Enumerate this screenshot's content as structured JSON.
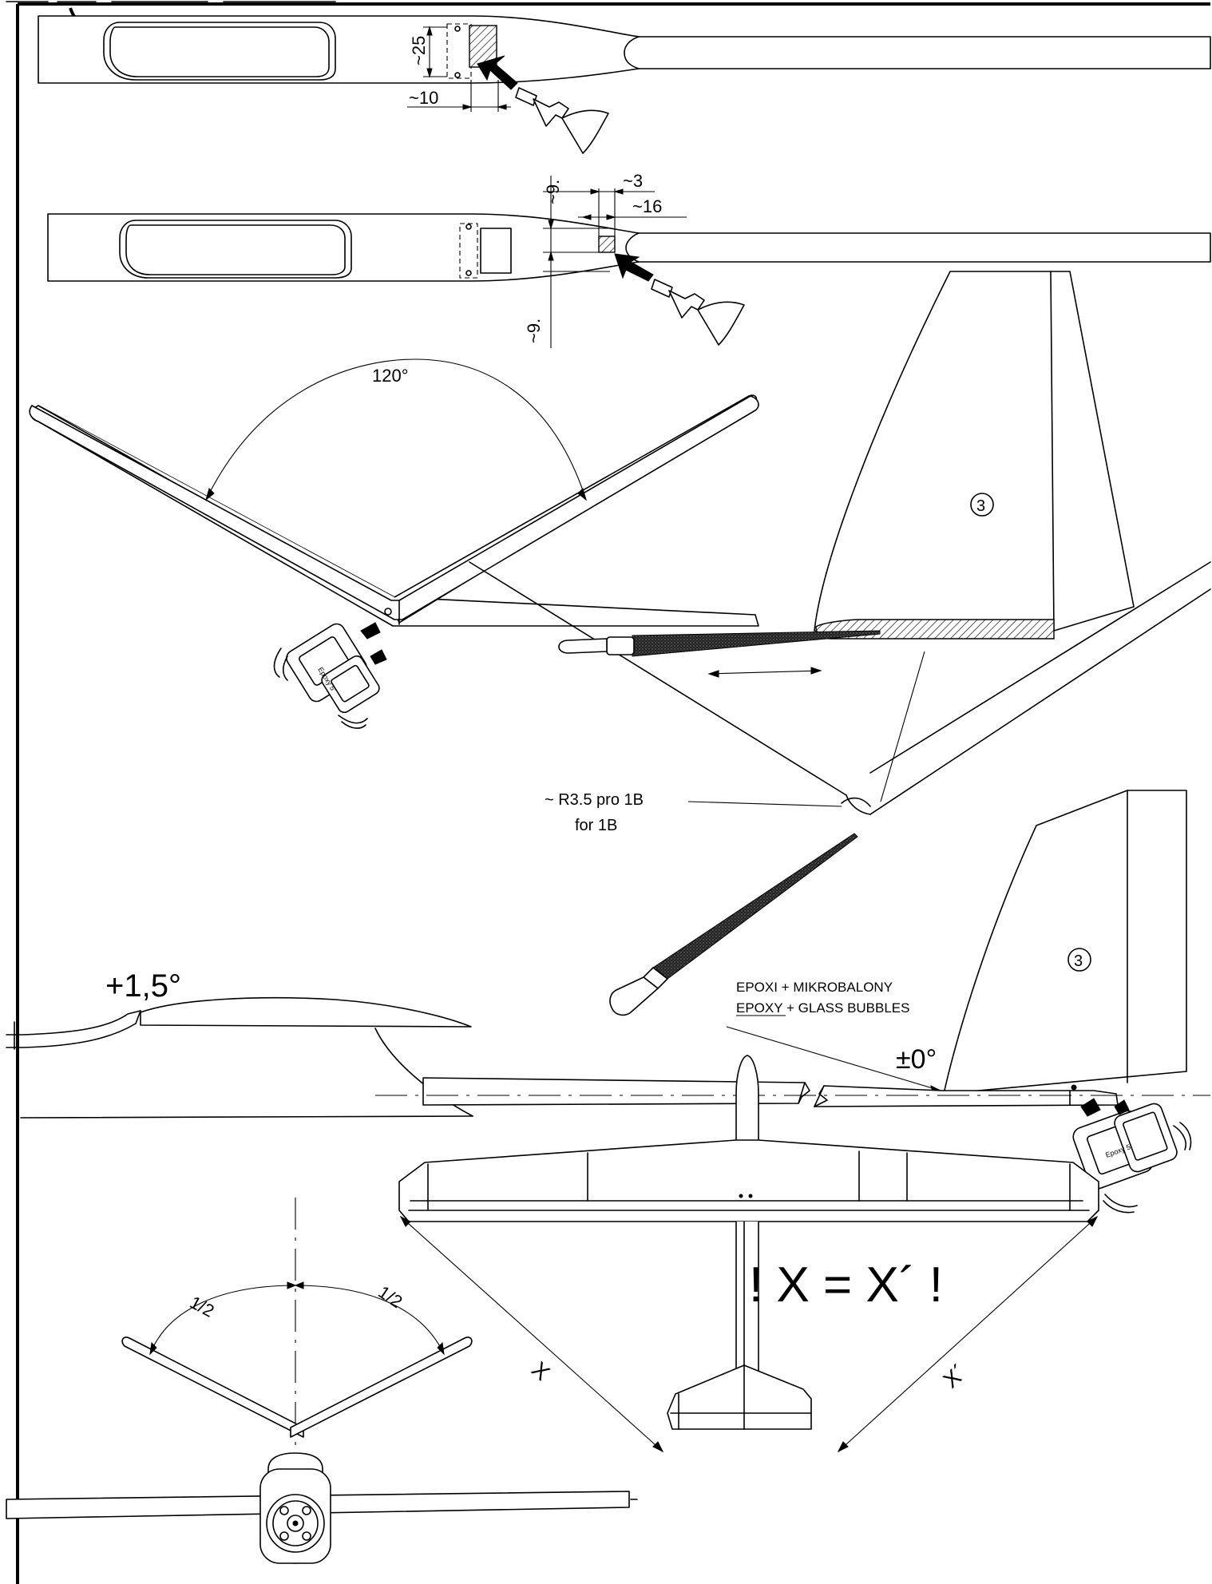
{
  "dimensions": {
    "width_glue": "~25",
    "offset_glue": "~10",
    "height_top": "~9.",
    "height_bottom": "~9.",
    "step": "~3",
    "length": "~16"
  },
  "angles": {
    "dihedral_front": "120°",
    "incidence_wing": "+1,5°",
    "incidence_tail": "±0°",
    "half_left": "1/2",
    "half_right": "1/2"
  },
  "parts": {
    "fin_top_number": "3",
    "fin_bottom_number": "3"
  },
  "notes": {
    "radius_note": "~ R3.5 pro 1B",
    "radius_note_en": "for 1B",
    "epoxy_cz": "EPOXI + MIKROBALONY",
    "epoxy_en": "EPOXY + GLASS BUBBLES",
    "equality": "! X = X´ !",
    "x_label": "X",
    "x_prime_label": "X´"
  },
  "bottles": {
    "label_1": "Epoxy 5'",
    "label_2": "Epoxy 5'"
  }
}
